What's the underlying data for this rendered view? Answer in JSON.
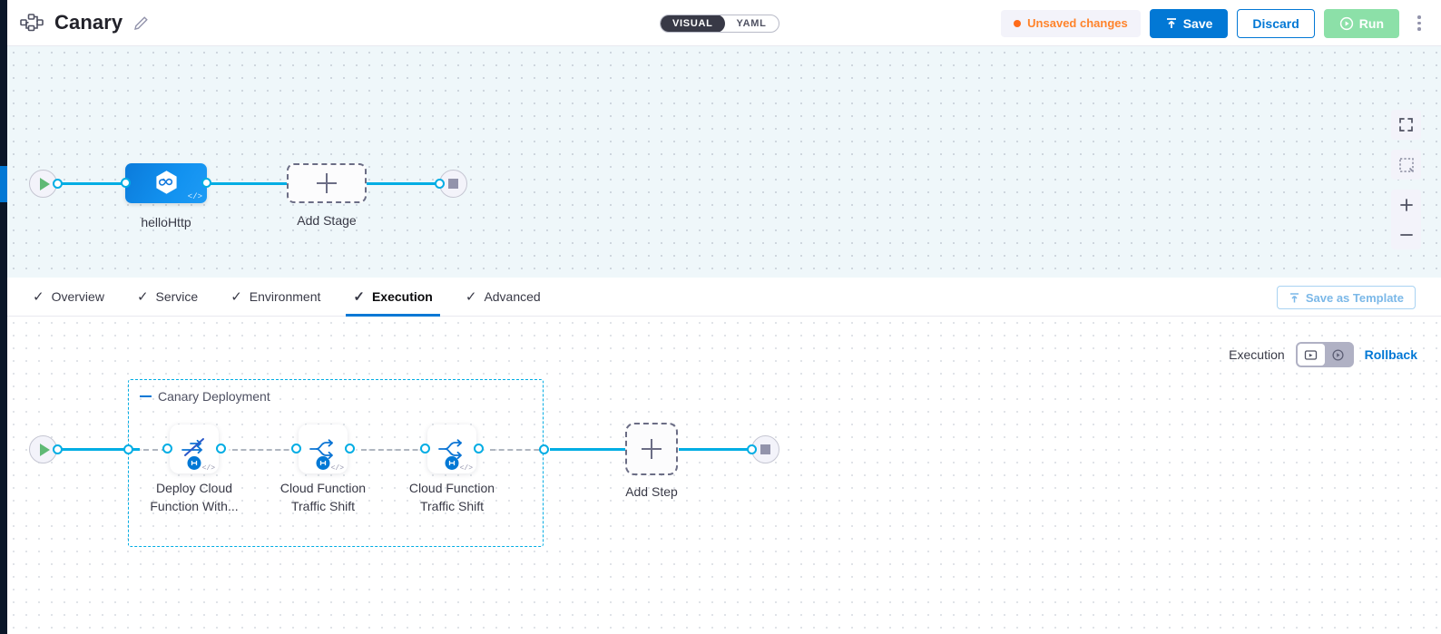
{
  "header": {
    "pipeline_icon": "pipeline-icon",
    "title": "Canary",
    "edit_icon": "pencil-icon",
    "mode_toggle": {
      "options": [
        "VISUAL",
        "YAML"
      ],
      "selected": "VISUAL"
    },
    "unsaved_label": "Unsaved changes",
    "save_label": "Save",
    "discard_label": "Discard",
    "run_label": "Run",
    "menu_icon": "kebab-menu-icon"
  },
  "top_canvas": {
    "start_node": "start-node",
    "end_node": "end-node",
    "stage": {
      "label": "helloHttp",
      "icon": "harness-hexagon-icon",
      "code_mark": "</>"
    },
    "add_stage": {
      "label": "Add Stage",
      "icon": "plus-icon"
    },
    "controls": [
      {
        "name": "fullscreen-icon",
        "label": "Fit to screen"
      },
      {
        "name": "selection-box-icon",
        "label": "Selection"
      },
      {
        "name": "zoom-in-icon",
        "label": "Zoom in"
      },
      {
        "name": "zoom-out-icon",
        "label": "Zoom out"
      }
    ]
  },
  "tabs": [
    {
      "label": "Overview",
      "checked": true,
      "active": false
    },
    {
      "label": "Service",
      "checked": true,
      "active": false
    },
    {
      "label": "Environment",
      "checked": true,
      "active": false
    },
    {
      "label": "Execution",
      "checked": true,
      "active": true
    },
    {
      "label": "Advanced",
      "checked": true,
      "active": false
    }
  ],
  "save_as_template": {
    "label": "Save as Template",
    "icon": "template-upload-icon"
  },
  "execution_panel": {
    "label": "Execution",
    "toggle": [
      {
        "name": "execution-view-icon",
        "selected": true
      },
      {
        "name": "rollback-view-icon",
        "selected": false
      }
    ],
    "rollback_label": "Rollback",
    "group": {
      "title": "Canary Deployment",
      "steps": [
        {
          "label": "Deploy Cloud\nFunction With...",
          "icon": "deploy-slash-icon",
          "code_mark": "</>"
        },
        {
          "label": "Cloud Function\nTraffic Shift",
          "icon": "traffic-shift-icon",
          "code_mark": "</>"
        },
        {
          "label": "Cloud Function\nTraffic Shift",
          "icon": "traffic-shift-icon",
          "code_mark": "</>"
        }
      ]
    },
    "add_step": {
      "label": "Add Step",
      "icon": "plus-icon"
    },
    "start_node": "start-node",
    "end_node": "end-node"
  },
  "colors": {
    "primary_blue": "#0278d5",
    "edge_cyan": "#00ade4",
    "run_green": "#8ce0a8",
    "warning_orange": "#ff832b",
    "rail_dark": "#0b1628"
  }
}
